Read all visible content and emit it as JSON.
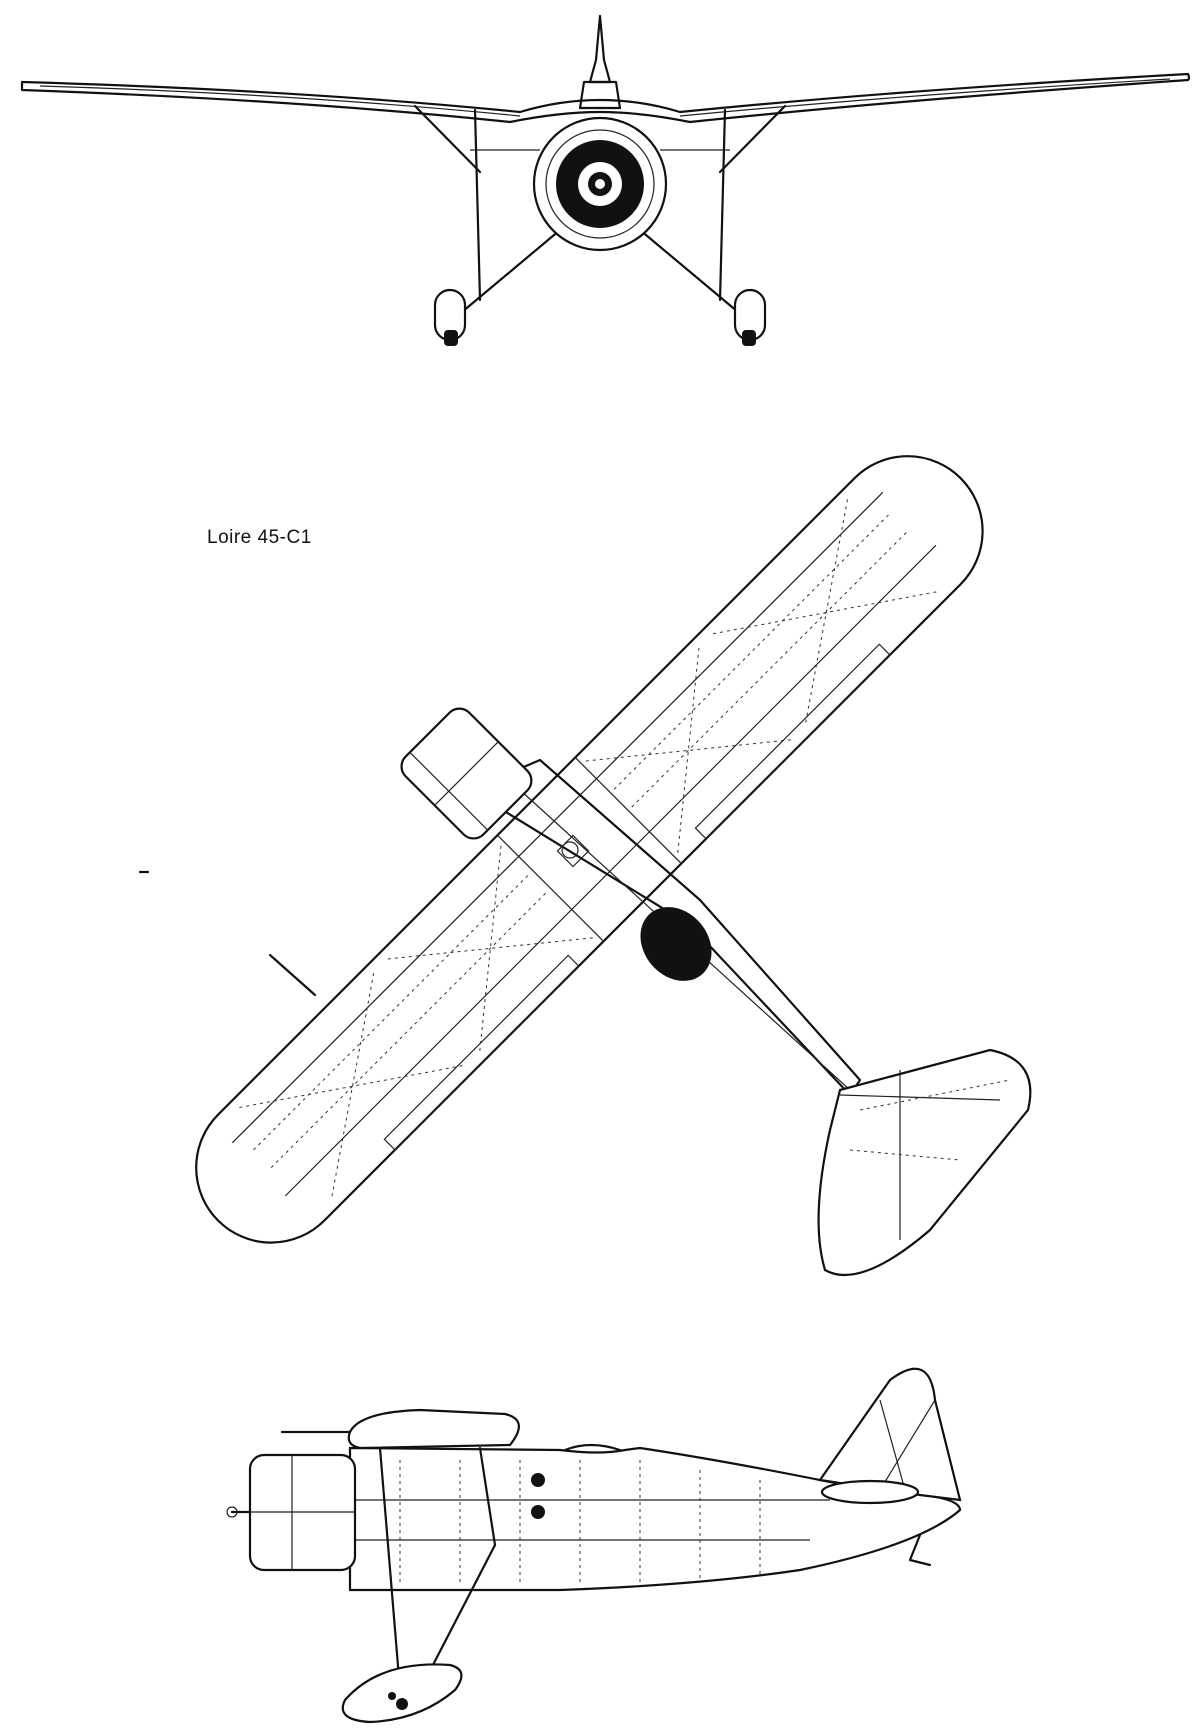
{
  "title": "Loire 45-C1",
  "views": [
    "front-view",
    "top-view",
    "side-view"
  ],
  "colors": {
    "ink": "#111111",
    "paper": "#ffffff"
  }
}
